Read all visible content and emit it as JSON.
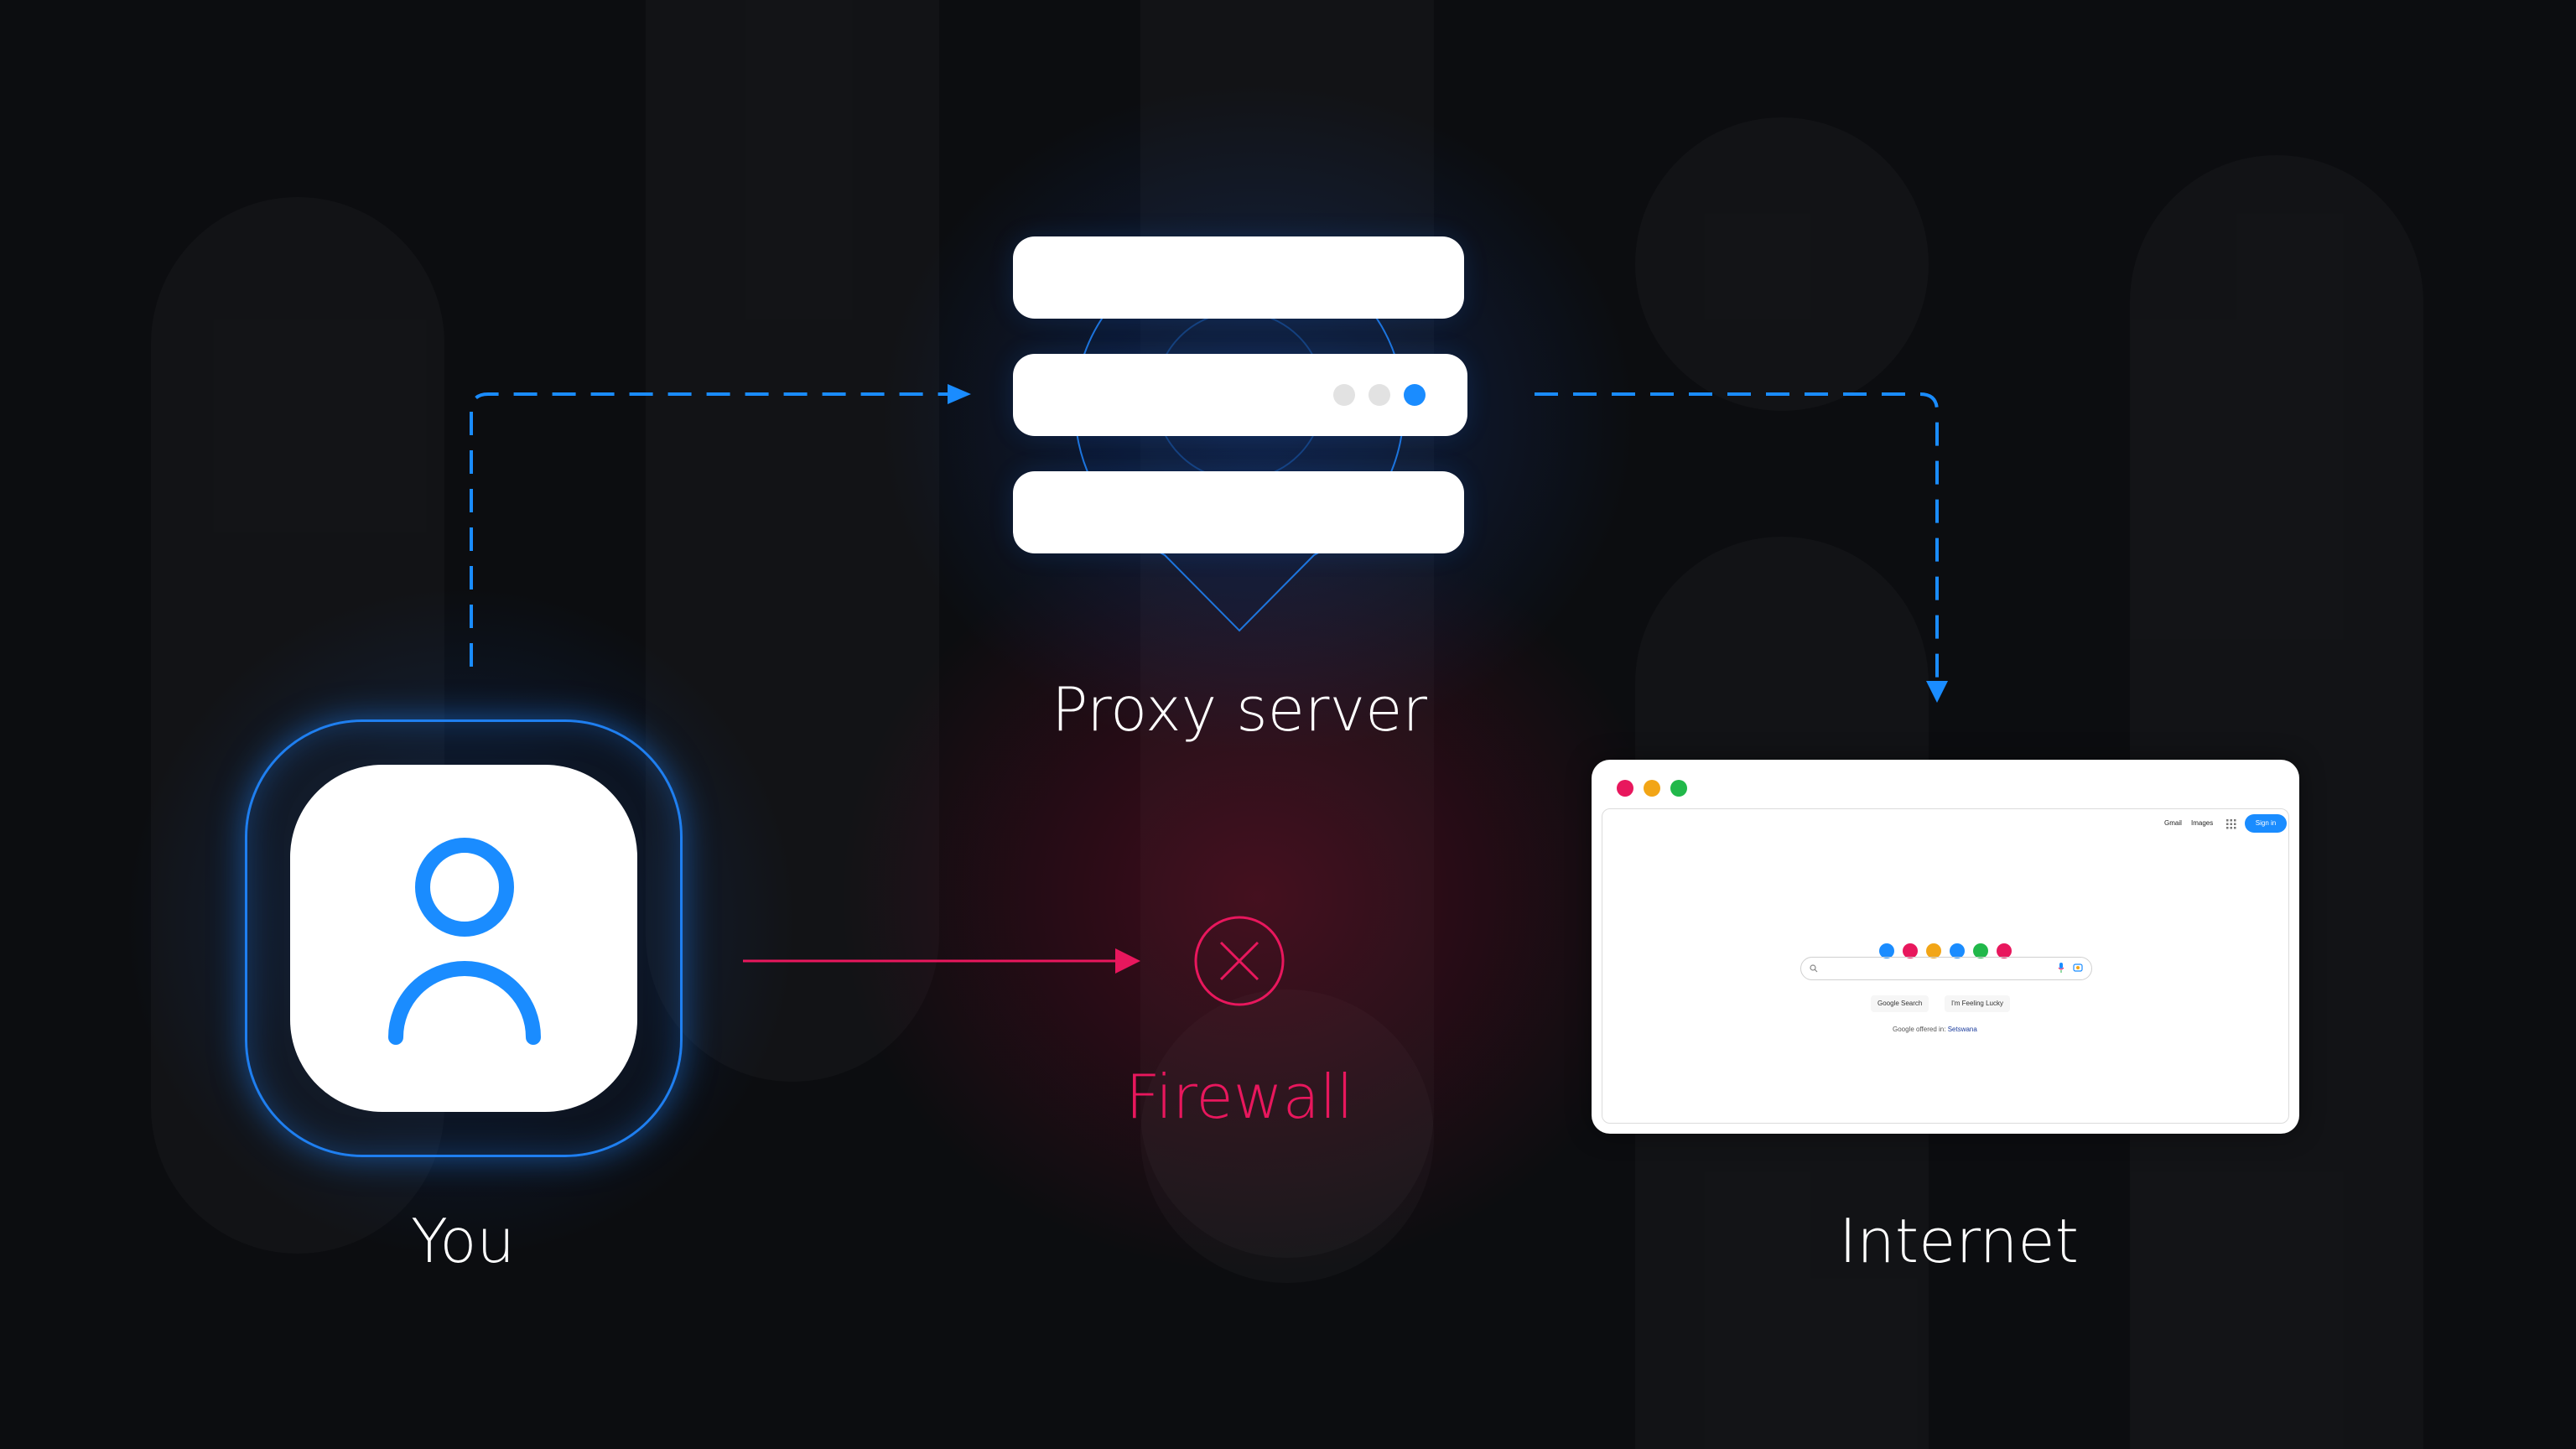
{
  "labels": {
    "proxy": "Proxy server",
    "you": "You",
    "firewall": "Firewall",
    "internet": "Internet"
  },
  "browser": {
    "links": [
      "Gmail",
      "Images"
    ],
    "sign_in": "Sign in",
    "search_button": "Google Search",
    "lucky_button": "I'm Feeling Lucky",
    "offered_in": "Google offered in:",
    "offered_lang": "Setswana",
    "logo_dot_colors": [
      "#1a8cff",
      "#e8175d",
      "#f2a516",
      "#1a8cff",
      "#21b84a",
      "#e8175d"
    ]
  },
  "colors": {
    "accent_blue": "#1a8cff",
    "firewall_red": "#e8175d",
    "background": "#0c0d10"
  },
  "icons": [
    "user-icon",
    "close-x-icon",
    "arrow-right-icon",
    "arrow-down-icon",
    "server-icon",
    "search-icon",
    "mic-icon",
    "camera-icon",
    "apps-grid-icon"
  ]
}
